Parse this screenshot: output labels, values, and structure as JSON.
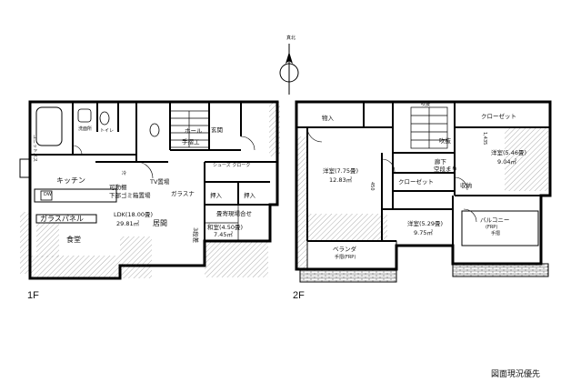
{
  "compass": {
    "label": "真北"
  },
  "floors": {
    "first": "1F",
    "second": "2F"
  },
  "caption": "図面現況優先",
  "rooms_1f": {
    "unit_bath": "ユニットバス",
    "washroom": "洗面所",
    "toilet": "トイレ",
    "hall": "ホール",
    "entrance": "玄関",
    "handrail": "手摺工",
    "shoes_closet": "シューズ クローク",
    "kitchen": "キッチン",
    "tv_wall": "TV置場",
    "movable_shelf": "可動棚",
    "floor_storage": "下部ゴミ箱置場",
    "glass_stand": "ガラスナ",
    "glass_panel": "ガラスパネル",
    "ldk_label": "LDK(18.00畳)",
    "ldk_area": "29.81㎡",
    "living": "居間",
    "dining": "食堂",
    "closet_a": "押入",
    "closet_b": "押入",
    "steps": "3段差",
    "japanese_label": "和室(4.50畳)",
    "japanese_area": "7.45㎡",
    "tatami_note": "畳寄現場合せ",
    "fridge": "冷",
    "dw": "DW"
  },
  "rooms_2f": {
    "storage": "物入",
    "closet1": "クローゼット",
    "closet2": "クローゼット",
    "western1_label": "洋室(7.75畳)",
    "western1_area": "12.83㎡",
    "western2_label": "洋室(5.46畳)",
    "western2_area": "9.04㎡",
    "western3_label": "洋室(5.29畳)",
    "western3_area": "9.75㎡",
    "corridor": "廊下",
    "void": "吹抜",
    "stair_void": "吹抜",
    "storage2": "収納",
    "veranda": "ベランダ",
    "veranda_note": "手摺(FRP)",
    "balcony": "バルコニー",
    "balcony_sub": "(FRP)",
    "balcony_note": "手摺",
    "space": "空段まり",
    "dim1": "450",
    "dim2": "1,435"
  }
}
